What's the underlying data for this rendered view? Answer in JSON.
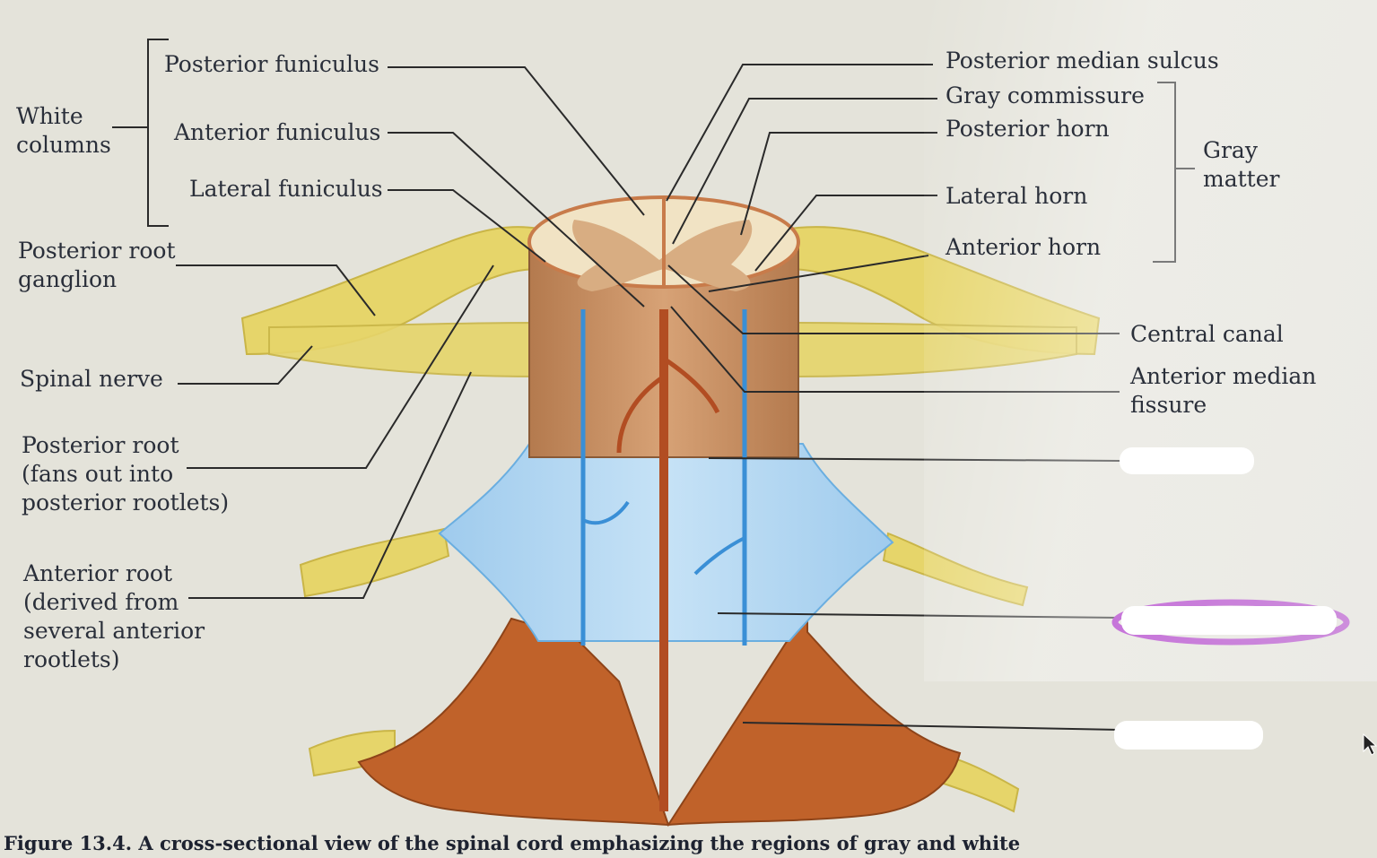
{
  "figure": {
    "caption": "Figure 13.4. A cross-sectional view of the spinal cord emphasizing the regions of gray and white"
  },
  "left_labels": {
    "white_columns": "White\ncolumns",
    "posterior_funiculus": "Posterior funiculus",
    "anterior_funiculus": "Anterior funiculus",
    "lateral_funiculus": "Lateral funiculus",
    "posterior_root_ganglion": "Posterior root\nganglion",
    "spinal_nerve": "Spinal nerve",
    "posterior_root": "Posterior root\n(fans out into\nposterior rootlets)",
    "anterior_root": "Anterior root\n(derived from\nseveral anterior\nrootlets)"
  },
  "right_labels": {
    "posterior_median_sulcus": "Posterior median sulcus",
    "gray_commissure": "Gray commissure",
    "posterior_horn": "Posterior horn",
    "lateral_horn": "Lateral horn",
    "anterior_horn": "Anterior horn",
    "gray_matter": "Gray\nmatter",
    "central_canal": "Central canal",
    "anterior_median_fissure": "Anterior median\nfissure"
  },
  "blank_labels": [
    "",
    "",
    ""
  ],
  "highlight": {
    "color": "#a51fc4",
    "target": "blank 2"
  },
  "colors": {
    "background": "#e4e3da",
    "pia": "#6aaee0",
    "dura": "#c0622a",
    "nerve": "#e6d56a",
    "cord": "#c8946a",
    "leader": "#2a2a2a"
  }
}
